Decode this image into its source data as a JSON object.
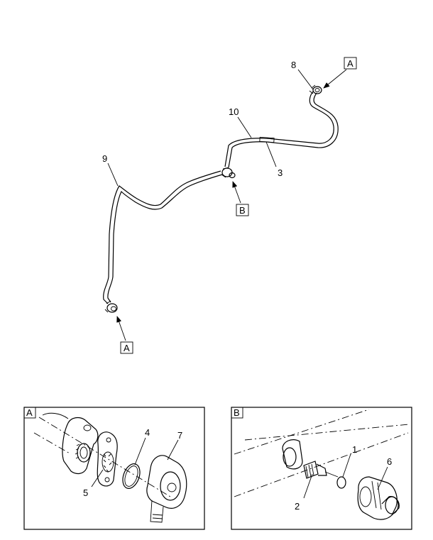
{
  "callouts": {
    "tube_top": "8",
    "tube_main": "10",
    "clip": "3",
    "tube_left": "9",
    "ref_a_top": "A",
    "ref_b": "B",
    "ref_a_bottom": "A"
  },
  "detail_a": {
    "title": "A",
    "labels": {
      "gasket": "5",
      "oring": "4",
      "sensor": "7"
    }
  },
  "detail_b": {
    "title": "B",
    "labels": {
      "oring": "1",
      "fitting": "2",
      "switch": "6"
    }
  }
}
